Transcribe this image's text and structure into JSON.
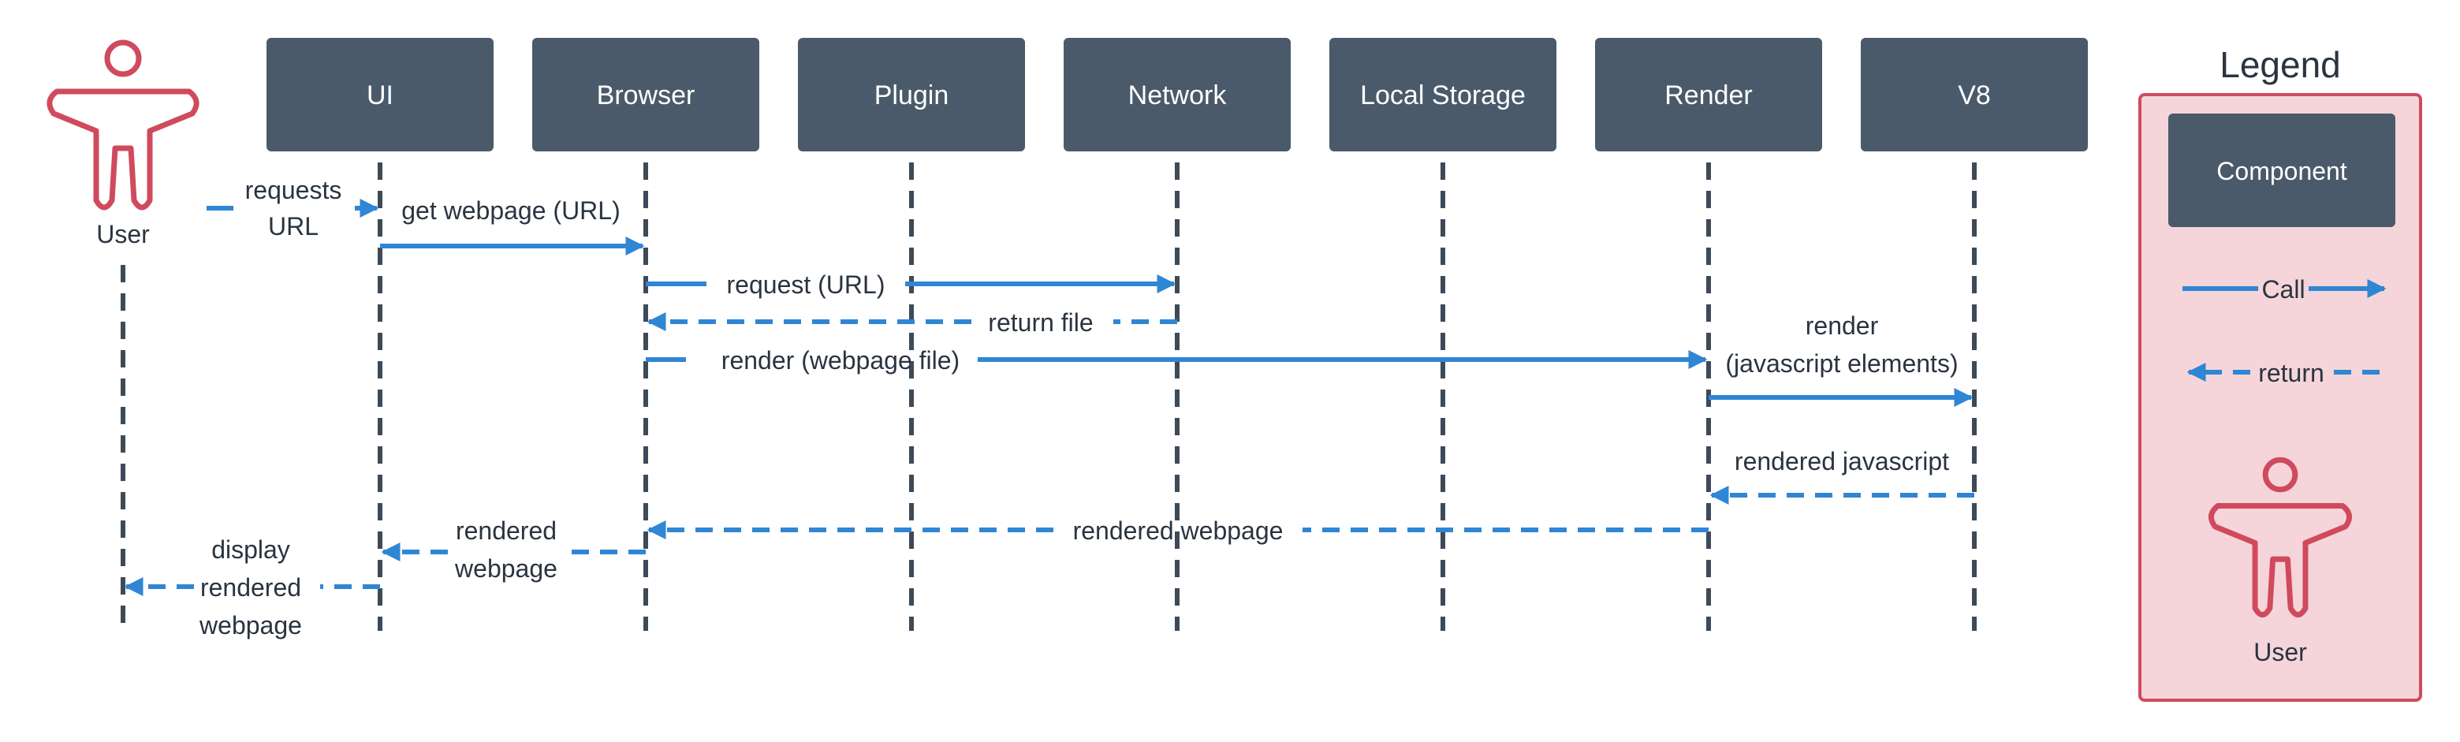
{
  "actor": {
    "label": "User",
    "icon": "person-icon"
  },
  "components": [
    {
      "id": "ui",
      "label": "UI"
    },
    {
      "id": "browser",
      "label": "Browser"
    },
    {
      "id": "plugin",
      "label": "Plugin"
    },
    {
      "id": "network",
      "label": "Network"
    },
    {
      "id": "local-storage",
      "label": "Local Storage"
    },
    {
      "id": "render",
      "label": "Render"
    },
    {
      "id": "v8",
      "label": "V8"
    }
  ],
  "messages": [
    {
      "from": "user",
      "to": "ui",
      "kind": "call",
      "label": [
        "requests",
        "URL"
      ]
    },
    {
      "from": "ui",
      "to": "browser",
      "kind": "call",
      "label": [
        "get webpage (URL)"
      ]
    },
    {
      "from": "browser",
      "to": "network",
      "kind": "call",
      "label": [
        "request (URL)"
      ]
    },
    {
      "from": "network",
      "to": "browser",
      "kind": "return",
      "label": [
        "return file"
      ]
    },
    {
      "from": "browser",
      "to": "render",
      "kind": "call",
      "label": [
        "render (webpage  file)"
      ]
    },
    {
      "from": "render",
      "to": "v8",
      "kind": "call",
      "label": [
        "render",
        "(javascript elements)"
      ]
    },
    {
      "from": "v8",
      "to": "render",
      "kind": "return",
      "label": [
        "rendered javascript"
      ]
    },
    {
      "from": "render",
      "to": "browser",
      "kind": "return",
      "label": [
        "rendered  webpage"
      ]
    },
    {
      "from": "browser",
      "to": "ui",
      "kind": "return",
      "label": [
        "rendered",
        "webpage"
      ]
    },
    {
      "from": "ui",
      "to": "user",
      "kind": "return",
      "label": [
        "display",
        "rendered",
        "webpage"
      ]
    }
  ],
  "legend": {
    "title": "Legend",
    "component_label": "Component",
    "call_label": "Call",
    "return_label": "return",
    "actor_label": "User"
  },
  "colors": {
    "box": "#4a5a6a",
    "box_text": "#ffffff",
    "lifeline": "#3d4a58",
    "arrow": "#2f86d4",
    "actor": "#d04a5e",
    "legend_bg": "#f5d5da",
    "legend_border": "#d04a5e",
    "text": "#2a3440"
  }
}
